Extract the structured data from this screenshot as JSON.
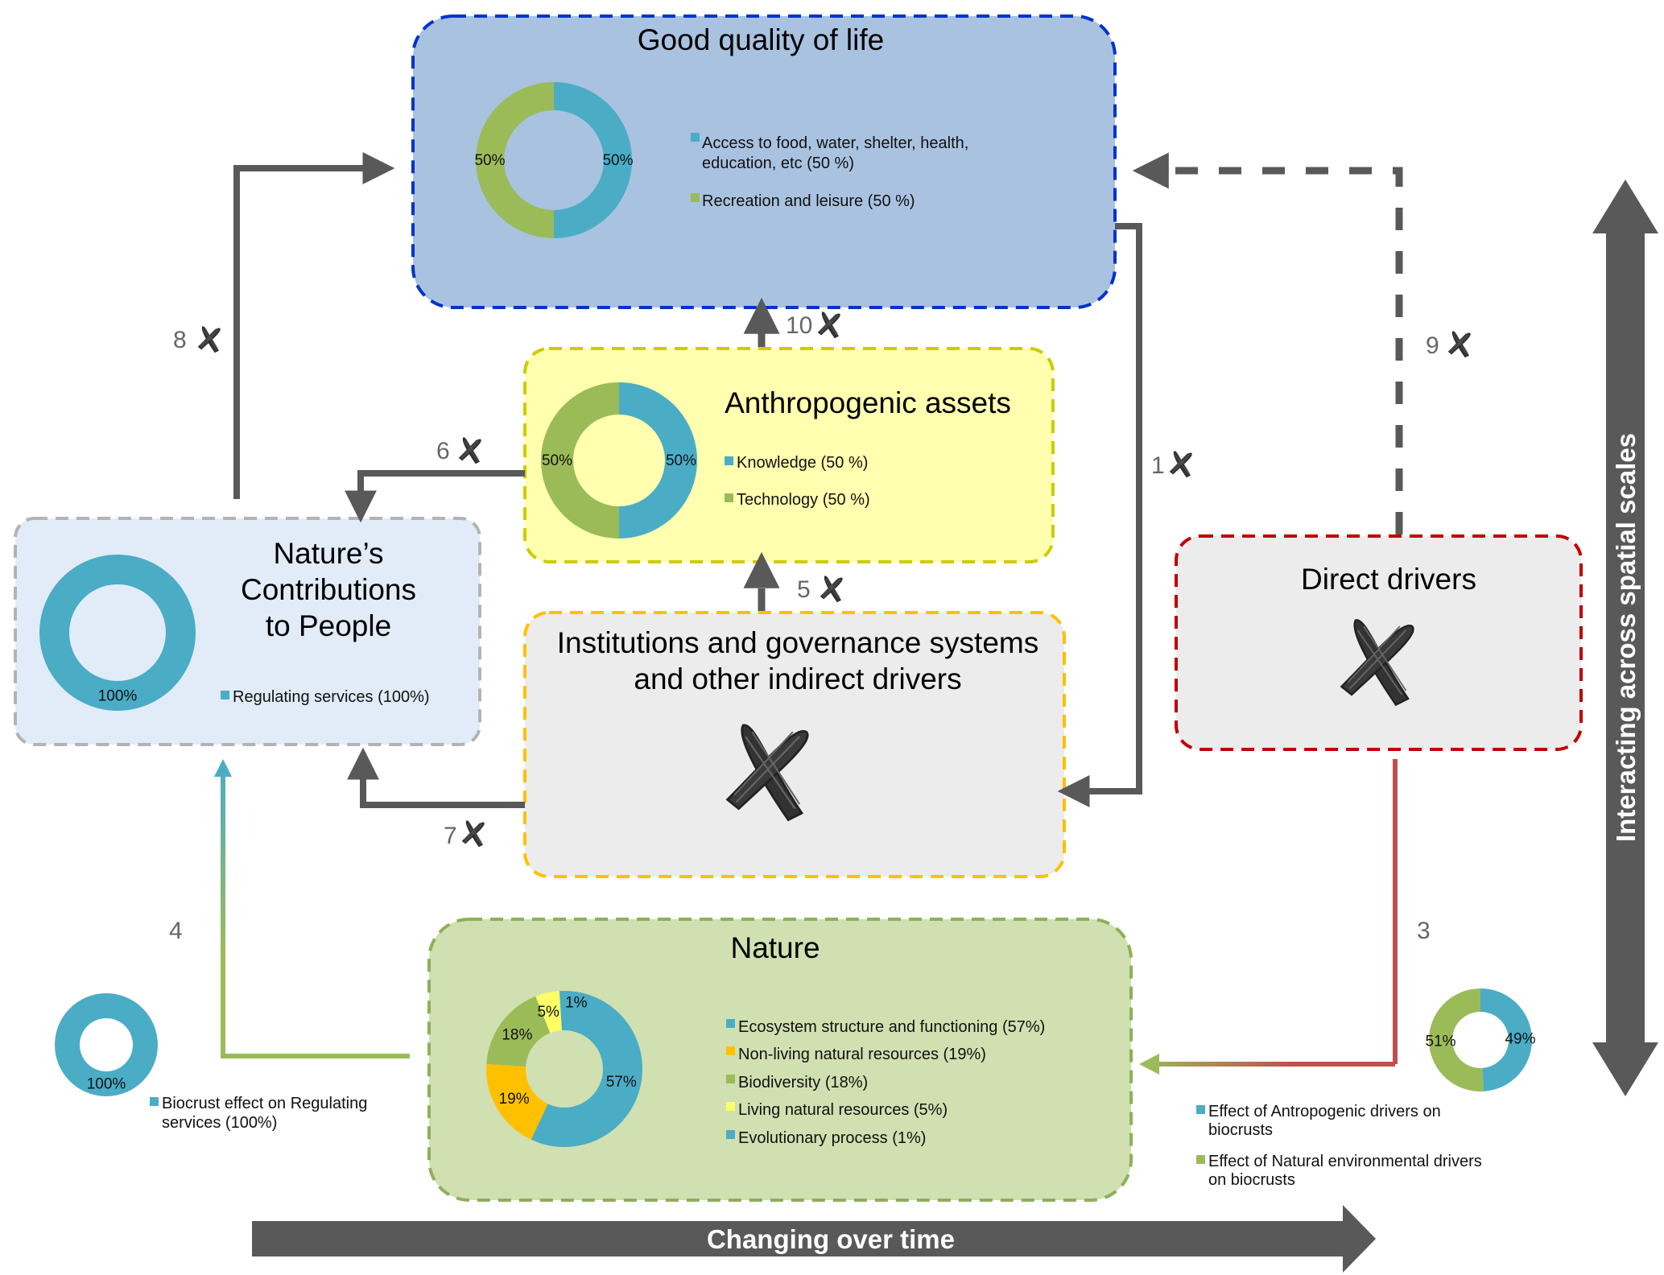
{
  "colors": {
    "blue_slice": "#4BACC6",
    "green_slice": "#9BBB59",
    "orange_slice": "#FFC000",
    "yellow_slice": "#FFFF66",
    "arrow_gray": "#595959",
    "gql_fill": "#A9C2E0",
    "gql_border": "#0033CC",
    "anthro_fill": "#FFFFAF",
    "anthro_border": "#CCCC00",
    "ncp_fill": "#E1ECF8",
    "ncp_border": "#B3B3B3",
    "inst_fill": "#ECECEC",
    "inst_border": "#FFC000",
    "dd_fill": "#ECECEC",
    "dd_border": "#C00000",
    "nature_fill": "#D0E0B0",
    "nature_border": "#8DB05A",
    "link3_start": "#C0504D",
    "link4_end": "#4BACC6"
  },
  "boxes": {
    "good_quality_of_life": {
      "title": "Good quality of life",
      "legend": [
        "Access to food, water, shelter, health,",
        "education, etc (50 %)",
        "Recreation and leisure (50 %)"
      ]
    },
    "anthropogenic_assets": {
      "title": "Anthropogenic assets",
      "legend": [
        "Knowledge (50 %)",
        "Technology (50 %)"
      ]
    },
    "natures_contributions": {
      "title_lines": [
        "Nature’s",
        "Contributions",
        "to People"
      ],
      "legend": [
        "Regulating services (100%)"
      ]
    },
    "institutions": {
      "title_lines": [
        "Institutions and governance systems",
        "and other indirect drivers"
      ],
      "status_icon": "cross-mark-icon"
    },
    "direct_drivers": {
      "title": "Direct drivers",
      "status_icon": "cross-mark-icon"
    },
    "nature": {
      "title": "Nature",
      "legend": [
        "Ecosystem structure and functioning (57%)",
        "Non-living natural resources (19%)",
        "Biodiversity (18%)",
        "Living natural resources (5%)",
        "Evolutionary process (1%)"
      ]
    }
  },
  "links": [
    {
      "id": "1",
      "label": "1",
      "crossed": true
    },
    {
      "id": "3",
      "label": "3",
      "crossed": false
    },
    {
      "id": "4",
      "label": "4",
      "crossed": false
    },
    {
      "id": "5",
      "label": "5",
      "crossed": true
    },
    {
      "id": "6",
      "label": "6",
      "crossed": true
    },
    {
      "id": "7",
      "label": "7",
      "crossed": true
    },
    {
      "id": "8",
      "label": "8",
      "crossed": true
    },
    {
      "id": "9",
      "label": "9",
      "crossed": true
    },
    {
      "id": "10",
      "label": "10",
      "crossed": true
    }
  ],
  "side_charts": {
    "biocrust_regulating": {
      "legend": [
        "Biocrust effect on Regulating",
        "services (100%)"
      ]
    },
    "drivers_effect": {
      "legend": [
        "Effect of Antropogenic drivers on",
        "biocrusts",
        "Effect of Natural environmental drivers",
        "on biocrusts"
      ]
    }
  },
  "axes": {
    "horizontal": "Changing over time",
    "vertical": "Interacting across spatial scales"
  },
  "chart_data": [
    {
      "type": "pie",
      "title": "Good quality of life",
      "categories": [
        "Access to food, water, shelter, health, education, etc",
        "Recreation and leisure"
      ],
      "values": [
        50,
        50
      ],
      "labels": [
        "50%",
        "50%"
      ],
      "colors": [
        "#4BACC6",
        "#9BBB59"
      ]
    },
    {
      "type": "pie",
      "title": "Anthropogenic assets",
      "categories": [
        "Knowledge",
        "Technology"
      ],
      "values": [
        50,
        50
      ],
      "labels": [
        "50%",
        "50%"
      ],
      "colors": [
        "#4BACC6",
        "#9BBB59"
      ]
    },
    {
      "type": "pie",
      "title": "Nature's Contributions to People",
      "categories": [
        "Regulating services"
      ],
      "values": [
        100
      ],
      "labels": [
        "100%"
      ],
      "colors": [
        "#4BACC6"
      ]
    },
    {
      "type": "pie",
      "title": "Nature",
      "categories": [
        "Ecosystem structure and functioning",
        "Non-living natural resources",
        "Biodiversity",
        "Living natural resources",
        "Evolutionary process"
      ],
      "values": [
        57,
        19,
        18,
        5,
        1
      ],
      "labels": [
        "57%",
        "19%",
        "18%",
        "5%",
        "1%"
      ],
      "colors": [
        "#4BACC6",
        "#FFC000",
        "#9BBB59",
        "#FFFF66",
        "#4BACC6"
      ]
    },
    {
      "type": "pie",
      "title": "Biocrust effect on Regulating services",
      "categories": [
        "Biocrust effect on Regulating services"
      ],
      "values": [
        100
      ],
      "labels": [
        "100%"
      ],
      "colors": [
        "#4BACC6"
      ]
    },
    {
      "type": "pie",
      "title": "Effect of drivers on biocrusts",
      "categories": [
        "Effect of Antropogenic drivers on biocrusts",
        "Effect of Natural environmental drivers on biocrusts"
      ],
      "values": [
        49,
        51
      ],
      "labels": [
        "49%",
        "51%"
      ],
      "colors": [
        "#4BACC6",
        "#9BBB59"
      ]
    }
  ]
}
